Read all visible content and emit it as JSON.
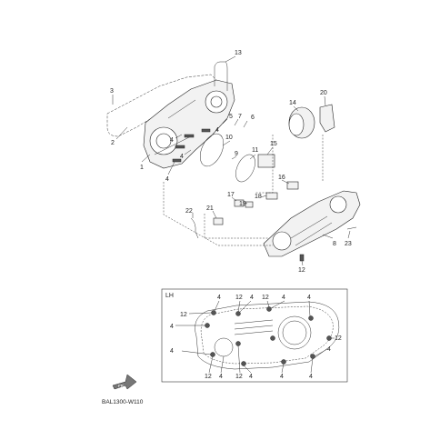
{
  "diagram_code": "BAL1300-W110",
  "inset_label": "LH",
  "fr_mark": "FR",
  "callouts": [
    "1",
    "2",
    "3",
    "4",
    "5",
    "6",
    "7",
    "8",
    "9",
    "10",
    "11",
    "12",
    "13",
    "14",
    "15",
    "16",
    "17",
    "18",
    "19",
    "20",
    "21",
    "22",
    "23"
  ],
  "inset_callouts": {
    "four": "4",
    "twelve": "12"
  }
}
